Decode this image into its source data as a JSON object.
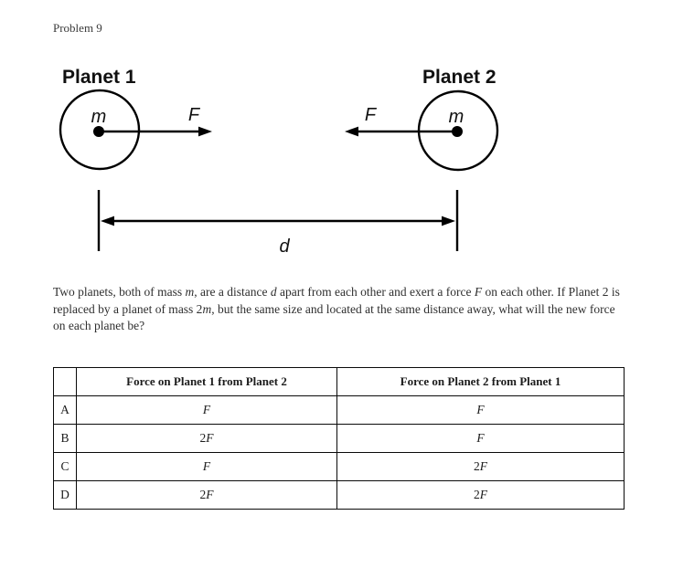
{
  "page": {
    "title": "Problem 9"
  },
  "diagram": {
    "planet1_label": "Planet 1",
    "planet2_label": "Planet 2",
    "mass1_label": "m",
    "mass2_label": "m",
    "force1_label": "F",
    "force2_label": "F",
    "distance_label": "d"
  },
  "question": {
    "lines": [
      [
        {
          "t": "Two planets, both of mass "
        },
        {
          "t": "m",
          "i": true
        },
        {
          "t": ", are a distance "
        },
        {
          "t": "d",
          "i": true
        },
        {
          "t": " apart from each other and exert a force "
        },
        {
          "t": "F",
          "i": true
        },
        {
          "t": " on each other. If Planet 2 is"
        }
      ],
      [
        {
          "t": "replaced by a planet of mass 2"
        },
        {
          "t": "m",
          "i": true
        },
        {
          "t": ", but the same size and located at the same distance away, what will the new force"
        }
      ],
      [
        {
          "t": "on each planet be?"
        }
      ]
    ]
  },
  "table": {
    "headers": [
      "",
      "Force on Planet 1 from Planet 2",
      "Force on Planet 2 from Planet 1"
    ],
    "rows": [
      {
        "label": "A",
        "col1": [
          {
            "t": "F",
            "i": true
          }
        ],
        "col2": [
          {
            "t": "F",
            "i": true
          }
        ]
      },
      {
        "label": "B",
        "col1": [
          {
            "t": "2"
          },
          {
            "t": "F",
            "i": true
          }
        ],
        "col2": [
          {
            "t": "F",
            "i": true
          }
        ]
      },
      {
        "label": "C",
        "col1": [
          {
            "t": "F",
            "i": true
          }
        ],
        "col2": [
          {
            "t": "2"
          },
          {
            "t": "F",
            "i": true
          }
        ]
      },
      {
        "label": "D",
        "col1": [
          {
            "t": "2"
          },
          {
            "t": "F",
            "i": true
          }
        ],
        "col2": [
          {
            "t": "2"
          },
          {
            "t": "F",
            "i": true
          }
        ]
      }
    ]
  },
  "colors": {
    "background": "#ffffff",
    "text": "#2f2f2f",
    "diagram_stroke": "#000000"
  }
}
